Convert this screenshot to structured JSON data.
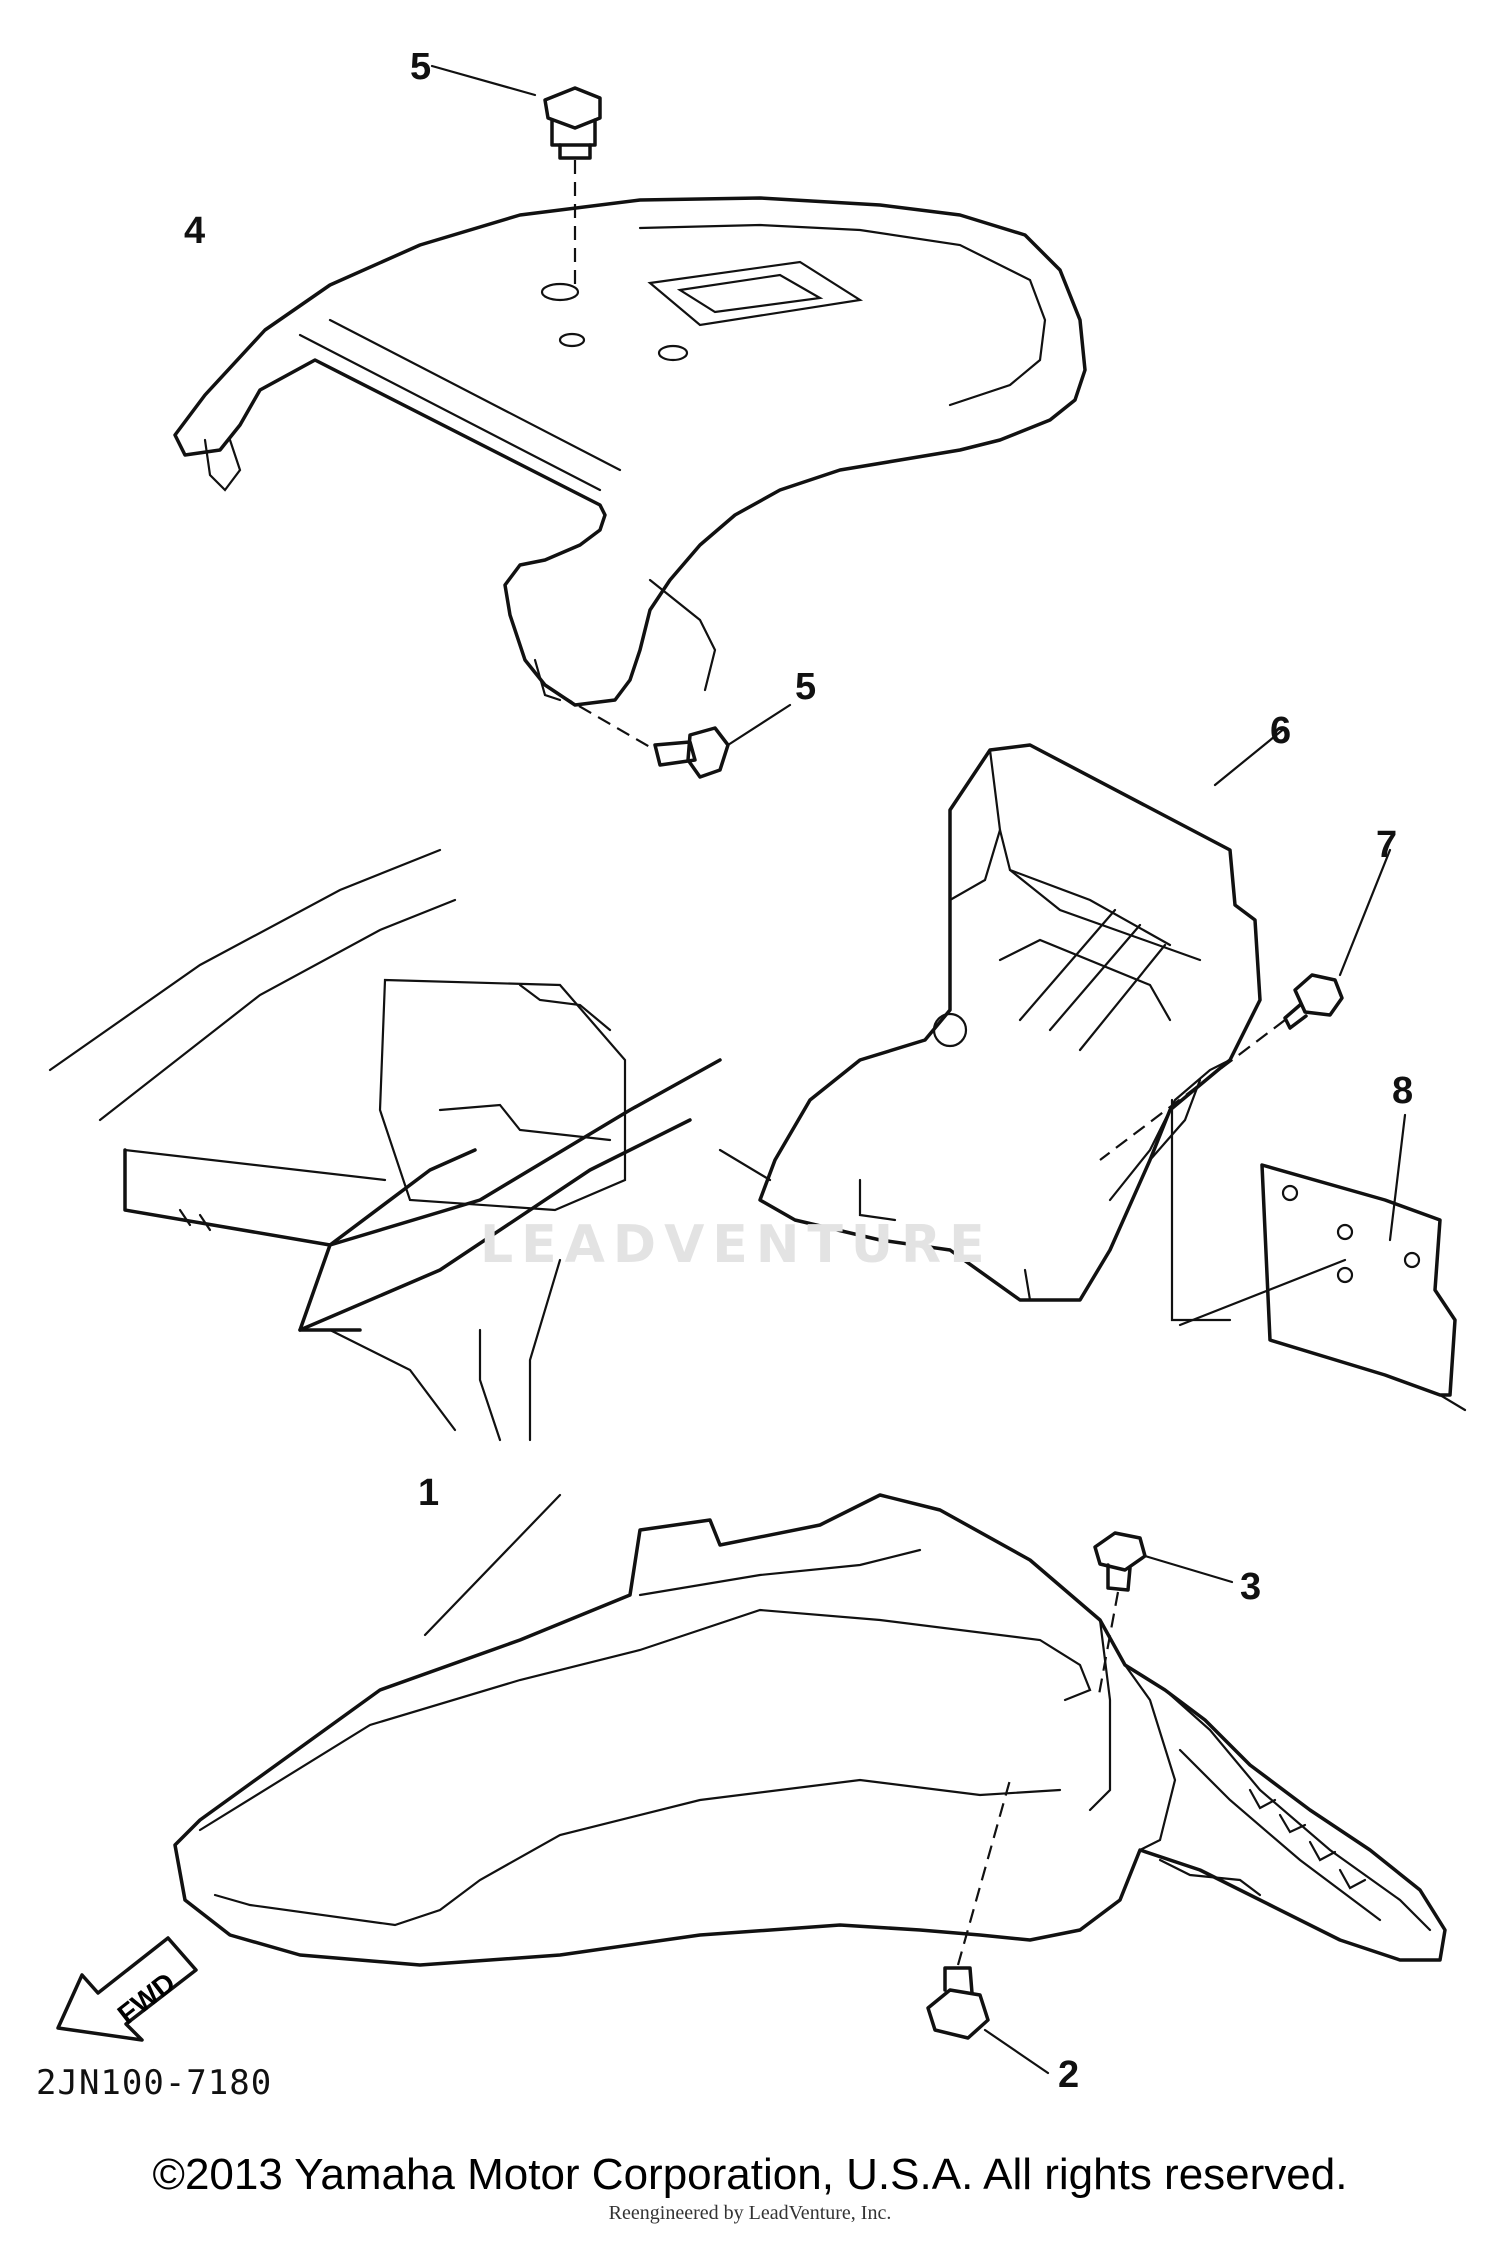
{
  "callouts": {
    "c1": "1",
    "c2": "2",
    "c3": "3",
    "c4": "4",
    "c5a": "5",
    "c5b": "5",
    "c6": "6",
    "c7": "7",
    "c8": "8"
  },
  "direction_label": "FWD",
  "diagram_code": "2JN100-7180",
  "copyright": "©2013 Yamaha Motor Corporation, U.S.A. All rights reserved.",
  "sub_credit": "Reengineered by LeadVenture, Inc.",
  "watermark": "LEADVENTURE",
  "colors": {
    "line": "#111111",
    "background": "#ffffff",
    "watermark": "#e3e3e3"
  }
}
